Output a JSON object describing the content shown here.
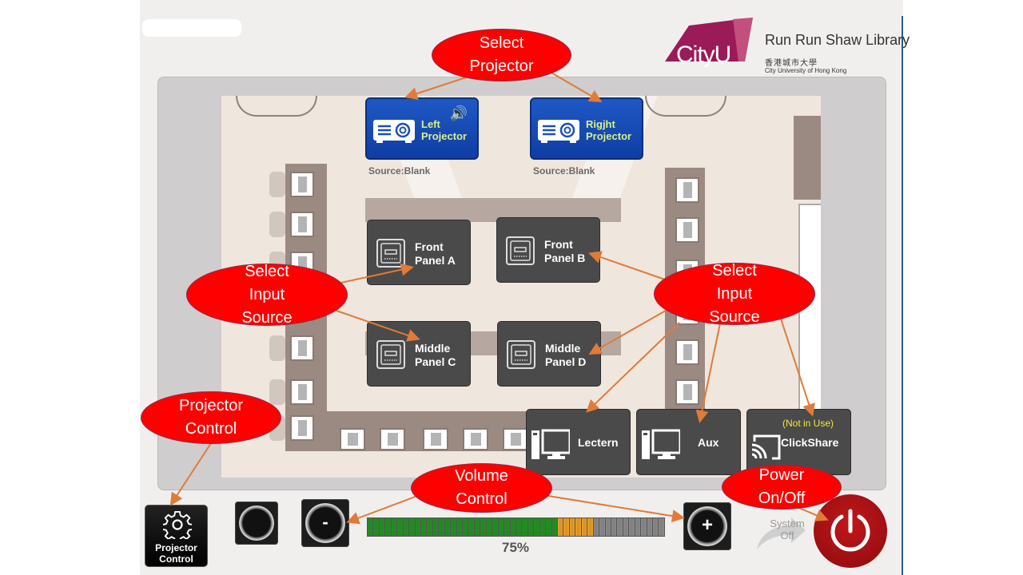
{
  "branding": {
    "logo_text": "CityU",
    "library_name": "Run Run Shaw Library",
    "university_cn": "香港城市大學",
    "university_en": "City University of Hong Kong",
    "logo_color": "#9b1a58"
  },
  "projectors": [
    {
      "label_line1": "Left",
      "label_line2": "Projector",
      "source": "Source:Blank",
      "icon": "projector-icon",
      "audio_icon": "speaker-volume-icon"
    },
    {
      "label_line1": "Rigjht",
      "label_line2": "Projector",
      "source": "Source:Blank",
      "icon": "projector-icon"
    }
  ],
  "input_sources": [
    {
      "line1": "Front",
      "line2": "Panel A",
      "icon": "wall-panel-icon"
    },
    {
      "line1": "Front",
      "line2": "Panel B",
      "icon": "wall-panel-icon"
    },
    {
      "line1": "Middle",
      "line2": "Panel C",
      "icon": "wall-panel-icon"
    },
    {
      "line1": "Middle",
      "line2": "Panel D",
      "icon": "wall-panel-icon"
    },
    {
      "line1": "Lectern",
      "icon": "desktop-computer-icon"
    },
    {
      "line1": "Aux",
      "icon": "desktop-computer-icon"
    },
    {
      "line1": "ClickShare",
      "icon": "cast-icon",
      "note": "(Not in Use)"
    }
  ],
  "controls": {
    "projector_control": {
      "line1": "Projector",
      "line2": "Control",
      "icon": "gear-icon"
    },
    "mute_icon": "speaker-icon",
    "volume_down": "-",
    "volume_up": "+",
    "volume_percent_label": "75%",
    "volume_level": 0.75,
    "volume_segments": {
      "total": 50,
      "green": 32,
      "orange": 6
    },
    "system_status_line1": "System",
    "system_status_line2": "Off",
    "power_icon": "power-icon"
  },
  "annotations": [
    {
      "id": "select-projector",
      "line1": "Select",
      "line2": "Projector"
    },
    {
      "id": "select-input-left",
      "line1": "Select",
      "line2": "Input",
      "line3": "Source"
    },
    {
      "id": "select-input-right",
      "line1": "Select",
      "line2": "Input",
      "line3": "Source"
    },
    {
      "id": "projector-control",
      "line1": "Projector",
      "line2": "Control"
    },
    {
      "id": "volume-control",
      "line1": "Volume",
      "line2": "Control"
    },
    {
      "id": "power",
      "line1": "Power",
      "line2": "On/Off"
    }
  ],
  "colors": {
    "callout_red": "#fe0000",
    "arrow_orange": "#e07b39",
    "projector_blue": "#1a4fb8",
    "projector_label": "#d7f08a",
    "source_button": "#4a4a4a",
    "volume_green": "#1f8f1f",
    "volume_orange": "#f0a020",
    "volume_gray": "#8a8a8a",
    "power_red": "#b0151a"
  }
}
